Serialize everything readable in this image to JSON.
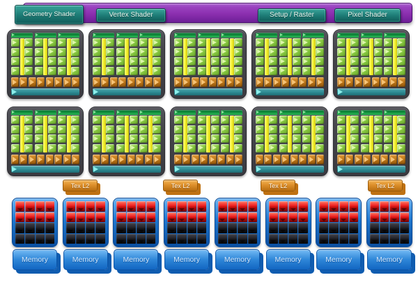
{
  "header": {
    "buttons": [
      {
        "id": "geometry-shader",
        "label": "Geometry Shader"
      },
      {
        "id": "vertex-shader",
        "label": "Vertex Shader"
      },
      {
        "id": "setup-raster",
        "label": "Setup / Raster"
      },
      {
        "id": "pixel-shader",
        "label": "Pixel Shader"
      }
    ]
  },
  "shader_clusters": {
    "rows": 2,
    "per_row": 5,
    "subunits_per_cluster": 3,
    "cell_rows": 4,
    "cell_cols": 2,
    "dispatch_cells": 8
  },
  "tex_l2": {
    "labels": [
      "Tex L2",
      "Tex L2",
      "Tex L2",
      "Tex L2"
    ]
  },
  "cache_blocks": {
    "count": 8,
    "grid_cols": 4,
    "red_rows": 2,
    "black_rows": 2
  },
  "memory": {
    "labels": [
      "Memory",
      "Memory",
      "Memory",
      "Memory",
      "Memory",
      "Memory",
      "Memory",
      "Memory"
    ]
  },
  "colors": {
    "background": "#ffffff",
    "purple_bar": "#8c2fb0",
    "teal_button": "#1e7d77",
    "cluster_gray": "#45454b",
    "alu_green": "#84c53e",
    "stripe_yellow": "#f2ee2a",
    "dispatch_orange": "#c27a1a",
    "interconnect_teal": "#2d8a92",
    "cache_blue": "#1e78d0",
    "cache_red": "#ee2222",
    "cache_black": "#141418",
    "tex_l2_orange": "#dd8f2b",
    "memory_blue": "#2e86d8"
  }
}
